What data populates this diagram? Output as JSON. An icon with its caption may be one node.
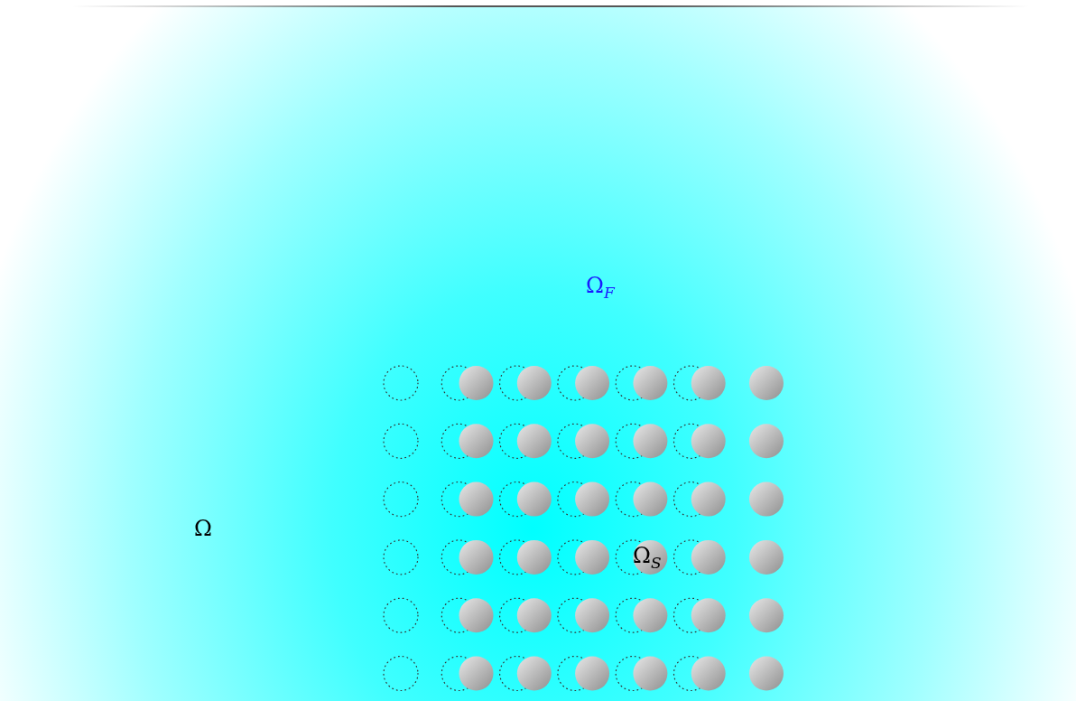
{
  "diagram": {
    "labels": [
      "Ω$_{F}$",
      "Ω",
      "Ω$_{S}$"
    ]
  }
}
